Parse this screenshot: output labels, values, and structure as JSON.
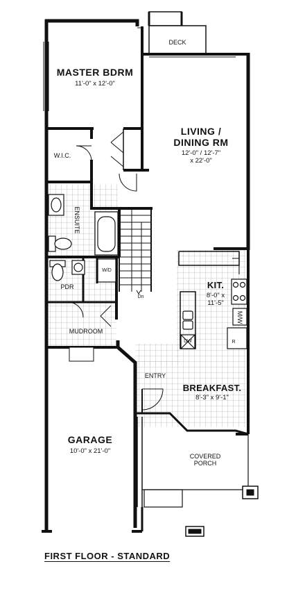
{
  "rooms": {
    "deck": {
      "name": "DECK"
    },
    "master": {
      "name": "MASTER BDRM",
      "dims": "11'-0\" x 12'-0\""
    },
    "living": {
      "name": "LIVING /\nDINING RM",
      "dims": "12'-0\" / 12'-7\"\nx 22'-0\""
    },
    "wic": {
      "name": "W.I.C."
    },
    "ensuite": {
      "name": "ENSUITE"
    },
    "kitchen": {
      "name": "KIT.",
      "dims": "8'-0\" x\n11'-5\""
    },
    "pdr": {
      "name": "PDR"
    },
    "wd": {
      "name": "W/D"
    },
    "mudroom": {
      "name": "MUDROOM"
    },
    "entry": {
      "name": "ENTRY"
    },
    "breakfast": {
      "name": "BREAKFAST.",
      "dims": "8'-3\" x 9'-1\""
    },
    "garage": {
      "name": "GARAGE",
      "dims": "10'-0\" x 21'-0\""
    },
    "porch": {
      "name": "COVERED\nPORCH"
    }
  },
  "fixtures": {
    "stairs_direction": "Dn",
    "dishwasher": "DW",
    "microwave": "M/W",
    "refrigerator": "R"
  },
  "caption": "FIRST FLOOR - STANDARD"
}
